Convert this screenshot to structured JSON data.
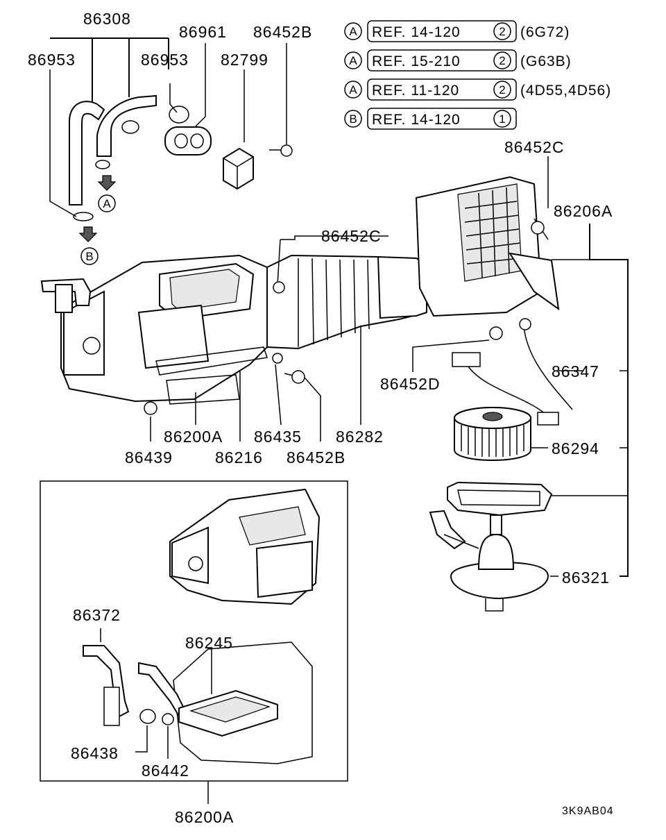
{
  "part_labels": {
    "p86308": "86308",
    "p86953_left": "86953",
    "p86953_right": "86953",
    "p86961": "86961",
    "p82799": "82799",
    "p86452B_top": "86452B",
    "p86452C_mid": "86452C",
    "p86452C_right": "86452C",
    "p86206A": "86206A",
    "p86347": "86347",
    "p86452D": "86452D",
    "p86294": "86294",
    "p86321": "86321",
    "p86200A_mid": "86200A",
    "p86435": "86435",
    "p86282": "86282",
    "p86439": "86439",
    "p86216": "86216",
    "p86452B_bottom": "86452B",
    "p86372": "86372",
    "p86245": "86245",
    "p86438": "86438",
    "p86442": "86442",
    "p86200A_bottom": "86200A"
  },
  "callouts": {
    "arrow_a": "A",
    "arrow_b": "B"
  },
  "references": [
    {
      "marker": "A",
      "text": "REF. 14-120",
      "circle": "2",
      "note": "(6G72)"
    },
    {
      "marker": "A",
      "text": "REF. 15-210",
      "circle": "2",
      "note": "(G63B)"
    },
    {
      "marker": "A",
      "text": "REF. 11-120",
      "circle": "2",
      "note": "(4D55,4D56)"
    },
    {
      "marker": "B",
      "text": "REF. 14-120",
      "circle": "1",
      "note": ""
    }
  ],
  "diagram_code": "3K9AB04"
}
